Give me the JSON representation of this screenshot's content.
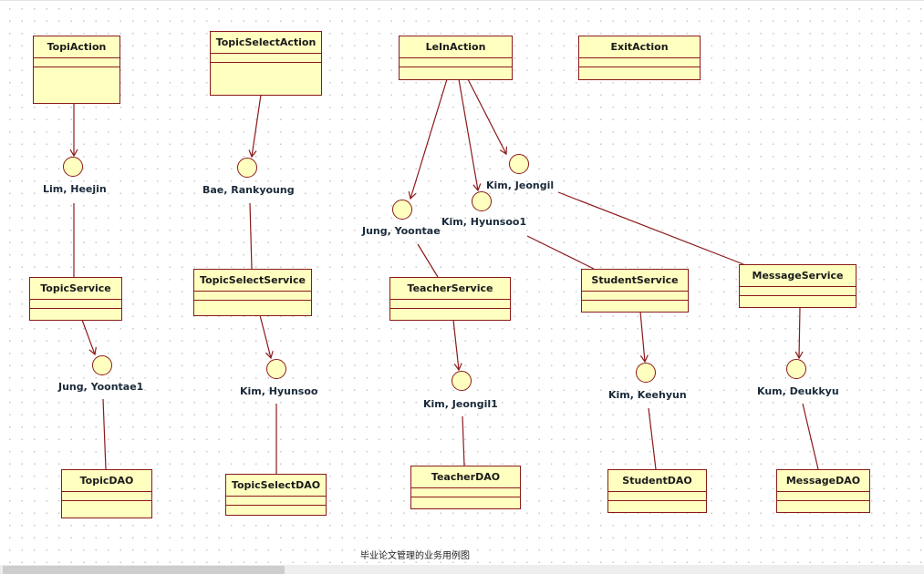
{
  "diagram": {
    "caption": "毕业论文管理的业务用例图",
    "colors": {
      "class_fill": "#ffffc0",
      "stroke": "#8b1a1a",
      "label_text": "#1a2a3a"
    },
    "classes": [
      {
        "id": "TopiAction",
        "name": "TopiAction"
      },
      {
        "id": "TopicSelectAction",
        "name": "TopicSelectAction"
      },
      {
        "id": "LeInAction",
        "name": "LeInAction"
      },
      {
        "id": "ExitAction",
        "name": "ExitAction"
      },
      {
        "id": "TopicService",
        "name": "TopicService"
      },
      {
        "id": "TopicSelectService",
        "name": "TopicSelectService"
      },
      {
        "id": "TeacherService",
        "name": "TeacherService"
      },
      {
        "id": "StudentService",
        "name": "StudentService"
      },
      {
        "id": "MessageService",
        "name": "MessageService"
      },
      {
        "id": "TopicDAO",
        "name": "TopicDAO"
      },
      {
        "id": "TopicSelectDAO",
        "name": "TopicSelectDAO"
      },
      {
        "id": "TeacherDAO",
        "name": "TeacherDAO"
      },
      {
        "id": "StudentDAO",
        "name": "StudentDAO"
      },
      {
        "id": "MessageDAO",
        "name": "MessageDAO"
      }
    ],
    "interfaces": [
      {
        "id": "i1",
        "label": "Lim, Heejin"
      },
      {
        "id": "i2",
        "label": "Bae, Rankyoung"
      },
      {
        "id": "i3",
        "label": "Jung, Yoontae"
      },
      {
        "id": "i4",
        "label": "Kim, Hyunsoo1"
      },
      {
        "id": "i5",
        "label": "Kim, Jeongil"
      },
      {
        "id": "i6",
        "label": "Jung, Yoontae1"
      },
      {
        "id": "i7",
        "label": "Kim, Hyunsoo"
      },
      {
        "id": "i8",
        "label": "Kim, Jeongil1"
      },
      {
        "id": "i9",
        "label": "Kim, Keehyun"
      },
      {
        "id": "i10",
        "label": "Kum, Deukkyu"
      }
    ],
    "dependencies": [
      {
        "from": "TopiAction",
        "to": "Lim, Heejin"
      },
      {
        "from": "TopicSelectAction",
        "to": "Bae, Rankyoung"
      },
      {
        "from": "LeInAction",
        "to": "Jung, Yoontae"
      },
      {
        "from": "LeInAction",
        "to": "Kim, Hyunsoo1"
      },
      {
        "from": "LeInAction",
        "to": "Kim, Jeongil"
      },
      {
        "from": "TopicService",
        "to": "Jung, Yoontae1"
      },
      {
        "from": "TopicSelectService",
        "to": "Kim, Hyunsoo"
      },
      {
        "from": "TeacherService",
        "to": "Kim, Jeongil1"
      },
      {
        "from": "StudentService",
        "to": "Kim, Keehyun"
      },
      {
        "from": "MessageService",
        "to": "Kum, Deukkyu"
      }
    ],
    "realizations": [
      {
        "interface": "Lim, Heejin",
        "class": "TopicService"
      },
      {
        "interface": "Bae, Rankyoung",
        "class": "TopicSelectService"
      },
      {
        "interface": "Jung, Yoontae",
        "class": "TeacherService"
      },
      {
        "interface": "Kim, Hyunsoo1",
        "class": "StudentService"
      },
      {
        "interface": "Kim, Jeongil",
        "class": "MessageService"
      },
      {
        "interface": "Jung, Yoontae1",
        "class": "TopicDAO"
      },
      {
        "interface": "Kim, Hyunsoo",
        "class": "TopicSelectDAO"
      },
      {
        "interface": "Kim, Jeongil1",
        "class": "TeacherDAO"
      },
      {
        "interface": "Kim, Keehyun",
        "class": "StudentDAO"
      },
      {
        "interface": "Kum, Deukkyu",
        "class": "MessageDAO"
      }
    ]
  }
}
